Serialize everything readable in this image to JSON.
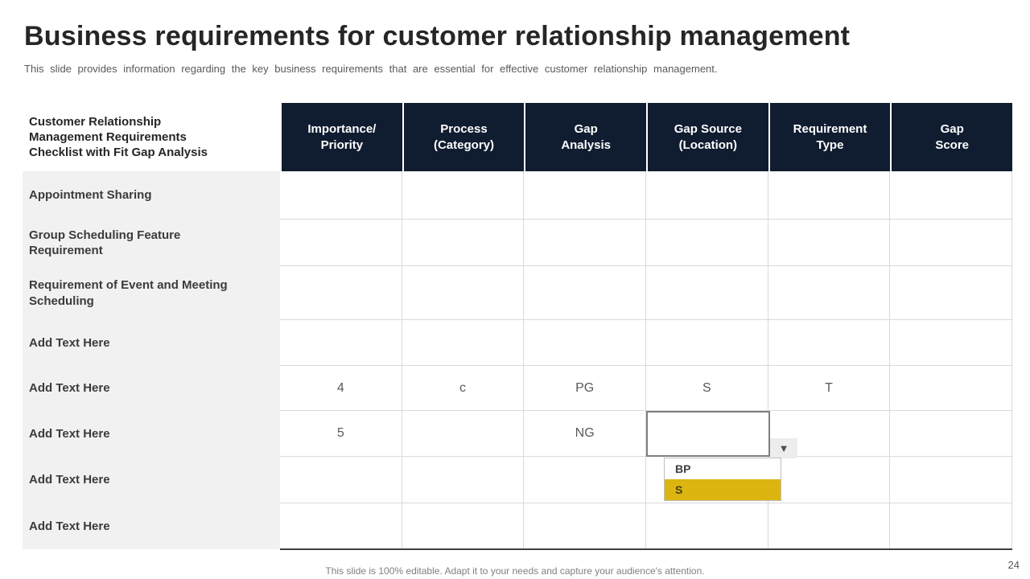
{
  "header": {
    "title": "Business requirements for customer relationship management",
    "subtitle": "This slide provides information regarding the key business requirements that are essential for effective customer relationship management."
  },
  "table": {
    "corner_header": "Customer Relationship Management Requirements Checklist with Fit Gap Analysis",
    "columns": [
      "Importance/\nPriority",
      "Process\n(Category)",
      "Gap\nAnalysis",
      "Gap Source\n(Location)",
      "Requirement\nType",
      "Gap\nScore"
    ],
    "rows": [
      {
        "label": "Appointment Sharing",
        "cells": [
          "",
          "",
          "",
          "",
          "",
          ""
        ]
      },
      {
        "label": "Group Scheduling Feature Requirement",
        "cells": [
          "",
          "",
          "",
          "",
          "",
          ""
        ]
      },
      {
        "label": "Requirement of Event and Meeting Scheduling",
        "cells": [
          "",
          "",
          "",
          "",
          "",
          ""
        ]
      },
      {
        "label": "Add Text Here",
        "cells": [
          "",
          "",
          "",
          "",
          "",
          ""
        ]
      },
      {
        "label": "Add Text Here",
        "cells": [
          "4",
          "c",
          "PG",
          "S",
          "T",
          ""
        ]
      },
      {
        "label": "Add Text Here",
        "cells": [
          "5",
          "",
          "NG",
          "",
          "",
          ""
        ]
      },
      {
        "label": "Add Text Here",
        "cells": [
          "",
          "",
          "",
          "",
          "",
          ""
        ]
      },
      {
        "label": "Add Text Here",
        "cells": [
          "",
          "",
          "",
          "",
          "",
          ""
        ]
      }
    ],
    "selection": {
      "row_index": 5,
      "column_index": 3
    }
  },
  "dropdown": {
    "arrow_glyph": "▼",
    "options": [
      {
        "label": "BP",
        "highlighted": false
      },
      {
        "label": "S",
        "highlighted": true
      }
    ]
  },
  "footer": {
    "note": "This slide is 100% editable. Adapt it to your needs and capture your audience's attention.",
    "page_number": "24"
  },
  "colors": {
    "header_bg": "#101c30",
    "highlight_gold": "#dcb510",
    "row_label_bg": "#f1f1f1"
  }
}
